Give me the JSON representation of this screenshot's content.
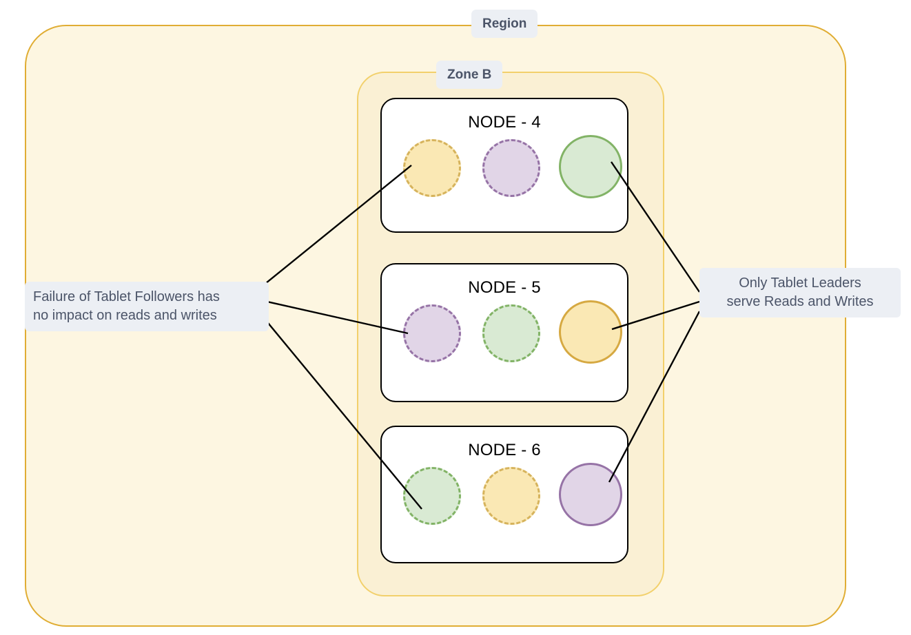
{
  "diagram": {
    "title_chip": "Region",
    "zone_chip": "Zone B",
    "colors": {
      "region_fill": "#fdf6e1",
      "region_border": "#e0ad33",
      "zone_fill": "#faf0d4",
      "zone_border": "#f2d06b",
      "node_fill": "#ffffff",
      "node_border": "#000000",
      "chip_fill": "#eceff4",
      "chip_text": "#4b5468",
      "yellow_fill": "#fae8b4",
      "yellow_border": "#d6b35c",
      "purple_fill": "#e1d5e7",
      "purple_border": "#9673a6",
      "green_fill": "#d9ead3",
      "green_border": "#82b366",
      "connector": "#000000"
    }
  },
  "nodes": [
    {
      "title": "NODE - 4",
      "tablets": [
        {
          "color": "yellow",
          "role": "follower"
        },
        {
          "color": "purple",
          "role": "follower"
        },
        {
          "color": "green",
          "role": "leader"
        }
      ]
    },
    {
      "title": "NODE - 5",
      "tablets": [
        {
          "color": "purple",
          "role": "follower"
        },
        {
          "color": "green",
          "role": "follower"
        },
        {
          "color": "yellow",
          "role": "leader"
        }
      ]
    },
    {
      "title": "NODE - 6",
      "tablets": [
        {
          "color": "green",
          "role": "follower"
        },
        {
          "color": "yellow",
          "role": "follower"
        },
        {
          "color": "purple",
          "role": "leader"
        }
      ]
    }
  ],
  "callouts": {
    "left": "Failure of Tablet Followers has\nno impact on reads and writes",
    "right": "Only Tablet Leaders\nserve Reads and Writes"
  }
}
